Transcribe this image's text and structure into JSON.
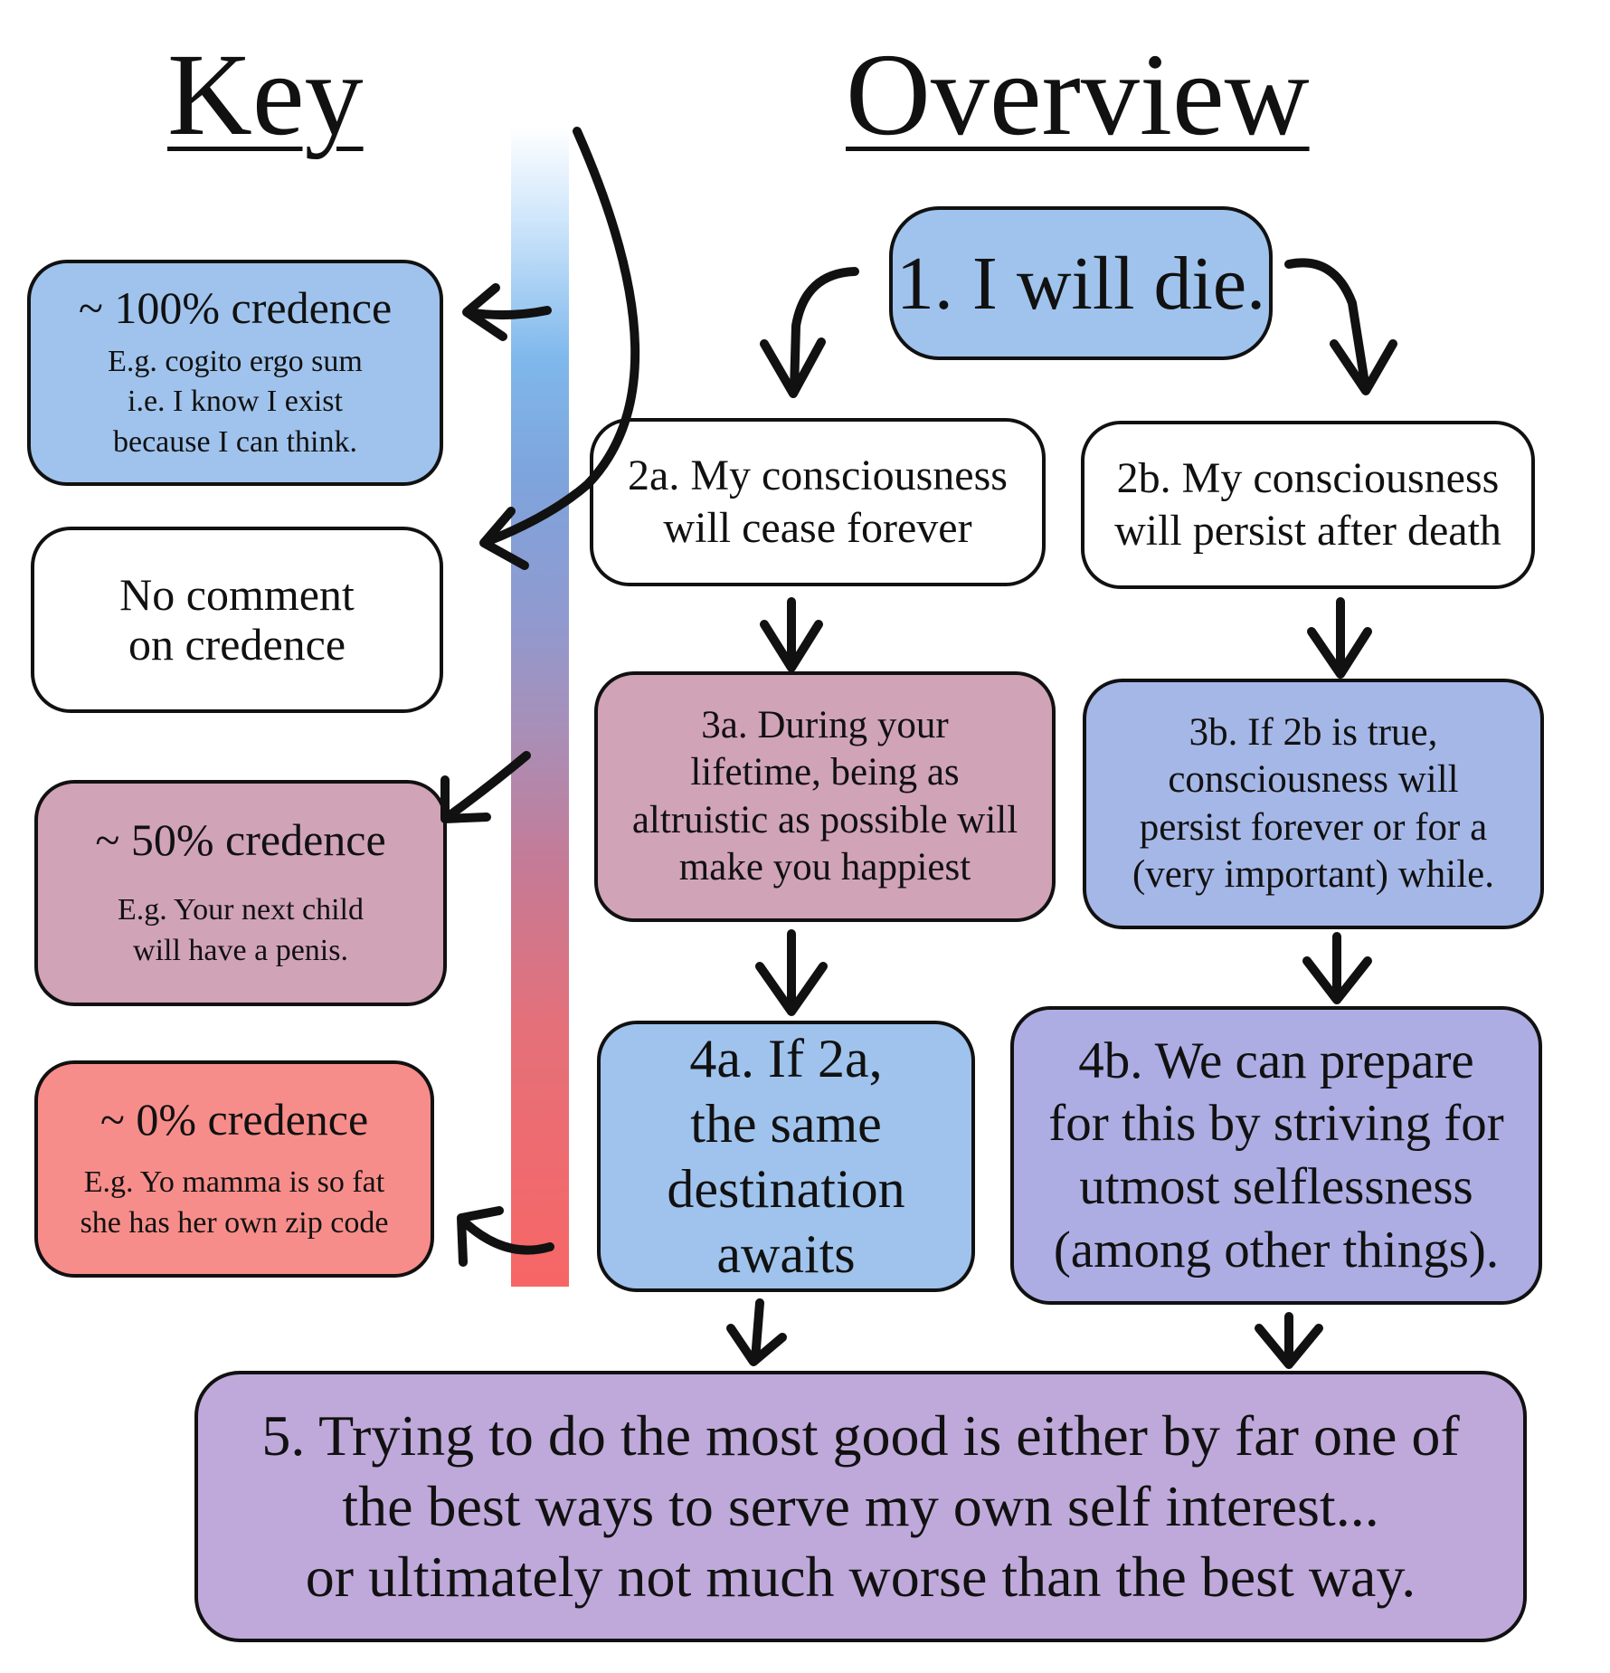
{
  "key": {
    "title": "Key",
    "items": [
      {
        "main": "~ 100% credence",
        "lines": [
          "E.g. cogito ergo sum",
          "i.e. I  know I exist",
          "because I can think."
        ],
        "color": "#9fc3ec"
      },
      {
        "main_lines": [
          "No comment",
          "on credence"
        ],
        "color": "#ffffff"
      },
      {
        "main": "~ 50% credence",
        "lines": [
          "E.g. Your next child",
          "will have a penis."
        ],
        "color": "#d1a3b7"
      },
      {
        "main": "~ 0% credence",
        "lines": [
          "E.g. Yo mamma is so fat",
          "she has her own zip code"
        ],
        "color": "#f78d8a"
      }
    ]
  },
  "overview": {
    "title": "Overview",
    "nodes": {
      "n1": {
        "lines": [
          "1. I will die."
        ],
        "color": "#9fc3ec"
      },
      "n2a": {
        "lines": [
          "2a. My consciousness",
          "will cease forever"
        ],
        "color": "#ffffff"
      },
      "n2b": {
        "lines": [
          "2b. My consciousness",
          "will persist after death"
        ],
        "color": "#ffffff"
      },
      "n3a": {
        "lines": [
          "3a.  During your",
          "lifetime, being as",
          "altruistic as possible will",
          "make you happiest"
        ],
        "color": "#d1a3b7"
      },
      "n3b": {
        "lines": [
          "3b. If 2b is true,",
          "consciousness will",
          "persist forever or for  a",
          "(very important) while."
        ],
        "color": "#a5b7e7"
      },
      "n4a": {
        "lines": [
          "4a. If 2a,",
          "the same",
          "destination",
          "awaits"
        ],
        "color": "#9fc3ec"
      },
      "n4b": {
        "lines": [
          "4b. We can prepare",
          "for this by striving for",
          "utmost selflessness",
          "(among other things)."
        ],
        "color": "#adade4"
      },
      "n5": {
        "lines": [
          "5. Trying to do the most good is either by far one of",
          "the best ways to serve my own self interest...",
          "or ultimately not much worse than the best way."
        ],
        "color": "#bfa9da"
      }
    }
  }
}
